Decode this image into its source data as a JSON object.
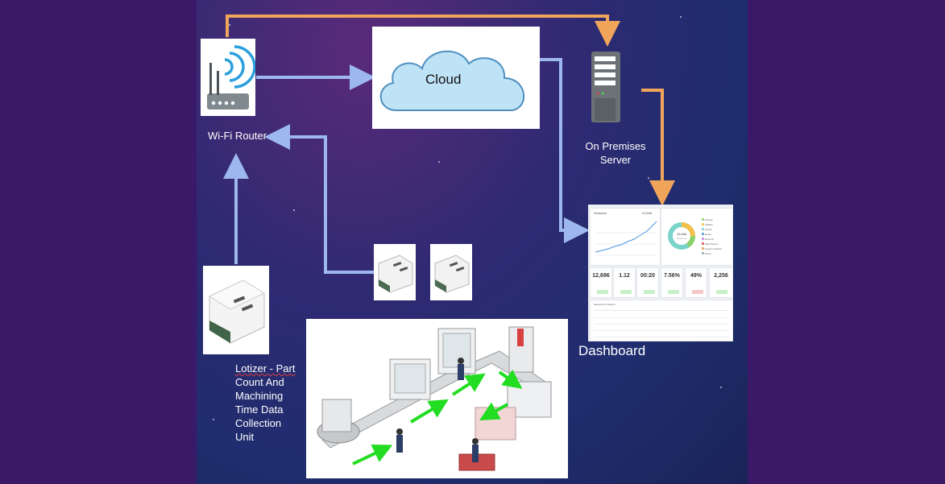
{
  "diagram": {
    "nodes": {
      "router": {
        "label": "Wi-Fi Router",
        "icon": "wifi-router-icon"
      },
      "cloud": {
        "label": "Cloud",
        "icon": "cloud-icon"
      },
      "server": {
        "label_line1": "On Premises",
        "label_line2": "Server",
        "icon": "server-icon"
      },
      "dashboard": {
        "label": "Dashboard"
      },
      "lotizer": {
        "label_lines": [
          "Lotizer - Part",
          "Count And",
          "Machining",
          "Time Data",
          "Collection",
          "Unit"
        ],
        "icon": "din-rail-device-icon"
      },
      "factory": {
        "icon": "production-line-illustration"
      }
    },
    "colors": {
      "background": "#2e2a72",
      "network_arrow": "#9db8ee",
      "server_arrow": "#f0a55a",
      "flow_arrow": "#22dd22"
    }
  },
  "dashboard": {
    "chart_title": "Sessions",
    "chart_value": "12,696",
    "donut_value": "12,696",
    "donut_caption": "Sessions",
    "legend": [
      "Display",
      "Affiliate",
      "Social",
      "Email",
      "Referral",
      "Paid Search",
      "Organic Search",
      "Direct"
    ],
    "kpis": [
      {
        "value": "12,696",
        "badge": "green"
      },
      {
        "value": "1.12",
        "badge": "green"
      },
      {
        "value": "00:20",
        "badge": "green"
      },
      {
        "value": "7.56%",
        "badge": "green"
      },
      {
        "value": "49%",
        "badge": "red"
      },
      {
        "value": "2,256",
        "badge": "green"
      }
    ],
    "table_title": "Sessions by Source"
  }
}
